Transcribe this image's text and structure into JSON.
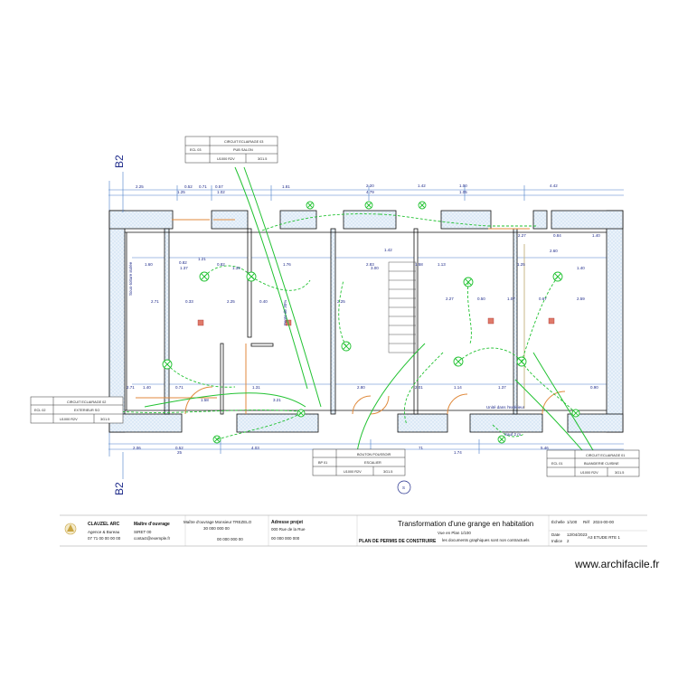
{
  "colors": {
    "wall_hatch": "#9fc3e6",
    "circuit": "#22c232",
    "dimension": "#4a7fc9",
    "door": "#e08a3c",
    "wall_line": "#111111",
    "text_blue": "#1f2b8a"
  },
  "section_marks": [
    "B2",
    "B2"
  ],
  "north_mark": "S",
  "top_dims": {
    "row1": [
      "2.25",
      "0.52",
      "0.71",
      "0.57",
      "1.81",
      "2.20",
      "1.42",
      "1.00",
      "4.42"
    ],
    "row2": [
      "1.25",
      "1.02",
      "4.79",
      "1.05"
    ]
  },
  "bottom_dims": {
    "row1": [
      "2.06",
      "0.52",
      "4.03",
      "5.46"
    ],
    "row2": [
      "25",
      "71",
      "1.74"
    ]
  },
  "room_dims": [
    "1.60",
    "2.71",
    "0.33",
    "2.25",
    "0.40",
    "2.25",
    "2.27",
    "0.50",
    "1.07",
    "0.67",
    "2.59",
    "1.40",
    "0.71",
    "1.58",
    "3.21",
    "1.31",
    "2.80",
    "1.76",
    "2.83",
    "0.84",
    "2.60",
    "1.42",
    "0.82",
    "1.21",
    "1.40",
    "2.01",
    "1.14",
    "1.37",
    "0.90",
    "1.58",
    "1.13",
    "1.25",
    "2.27",
    "1.39",
    "2.71",
    "3.00",
    "0.82",
    "1.37",
    "1.40"
  ],
  "rotated_labels": [
    "Sous-toiture isolée",
    "Pente de 30%"
  ],
  "room_labels": [
    "Unité dans l'extérieur",
    "Sauf 2 m"
  ],
  "circuit_boxes": [
    {
      "row1": "CIRCUIT ECLAIRAGE 03",
      "id": "ECL 03",
      "row2": "PUB SALON",
      "ref": "U1000 R2V",
      "size": "3G1.5"
    },
    {
      "row1": "CIRCUIT ECLAIRAGE 02",
      "id": "ECL 02",
      "row2": "EXTERIEUR SO",
      "ref": "U1000 R2V",
      "size": "3G1.5"
    },
    {
      "row1": "BOUTON POUSSOIR",
      "id": "BP 01",
      "row2": "ESCALIER",
      "ref": "U1000 R2V",
      "size": "3G1.5"
    },
    {
      "row1": "CIRCUIT ECLAIRAGE 01",
      "id": "ECL 01",
      "row2": "BUANDERIE CUISINE",
      "ref": "U1000 R2V",
      "size": "3G1.5"
    }
  ],
  "title_block": {
    "firm_name": "CLAUZEL ARC",
    "firm_line1": "Agence & Bureau",
    "firm_line2": "07 71 00 00 00 00",
    "owner_label": "Maître d'ouvrage",
    "owner_line1": "SIRET 00",
    "owner_line2": "contact@exemple.fr",
    "owner_name": "Maître d'ouvrage Monsieur TREZELO",
    "owner_addr": "30 000 000 00",
    "owner_addr2": "00 000 000 00",
    "project_label": "Adresse projet",
    "project_addr": "000 Rue de la Rue",
    "project_addr2": "00 000 000 000",
    "main_title": "Transformation d'une grange en habitation",
    "sub_title": "Vue en Plan 1/100",
    "permit": "PLAN DE PERMIS DE CONSTRUIRE",
    "note": "les documents graphiques sont non contractuels",
    "scale_label": "Échelle",
    "scale": "1/100",
    "ref_label": "Réf",
    "ref": "2024-00-00",
    "date_label": "Date",
    "date": "12/04/2023",
    "phase_label": "Indice",
    "phase": "2",
    "sheet": "A3 ETUDE RTE 1"
  },
  "watermark": "www.archifacile.fr"
}
